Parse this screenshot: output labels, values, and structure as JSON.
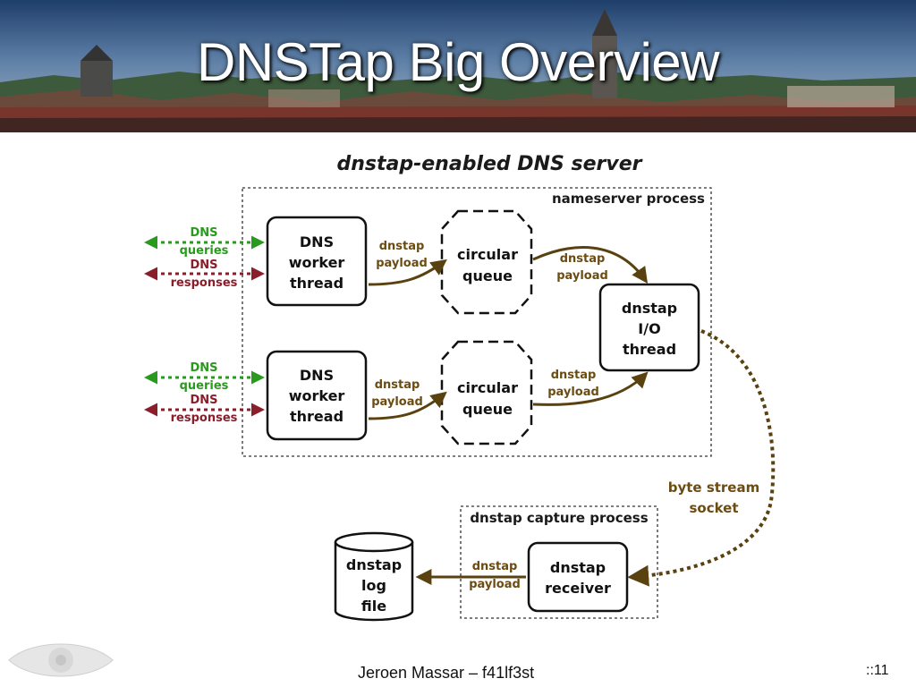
{
  "slide": {
    "title": "DNSTap Big Overview",
    "author": "Jeroen Massar – f41lf3st",
    "page_number": "::11"
  },
  "diagram": {
    "heading": "dnstap-enabled DNS server",
    "nameserver_process_label": "nameserver process",
    "capture_process_label": "dnstap capture process",
    "workers": [
      {
        "line1": "DNS",
        "line2": "worker",
        "line3": "thread"
      },
      {
        "line1": "DNS",
        "line2": "worker",
        "line3": "thread"
      }
    ],
    "queues": [
      {
        "line1": "circular",
        "line2": "queue"
      },
      {
        "line1": "circular",
        "line2": "queue"
      }
    ],
    "io_thread": {
      "line1": "dnstap",
      "line2": "I/O",
      "line3": "thread"
    },
    "receiver": {
      "line1": "dnstap",
      "line2": "receiver"
    },
    "log_file": {
      "line1": "dnstap",
      "line2": "log",
      "line3": "file"
    },
    "edge_label": {
      "line1": "dnstap",
      "line2": "payload"
    },
    "queries_label": {
      "line1": "DNS",
      "line2": "queries"
    },
    "responses_label": {
      "line1": "DNS",
      "line2": "responses"
    },
    "socket_label": {
      "line1": "byte stream",
      "line2": "socket"
    }
  },
  "colors": {
    "payload_arrow": "#5a4210",
    "queries": "#2a9a1e",
    "responses": "#8a1e2a"
  }
}
